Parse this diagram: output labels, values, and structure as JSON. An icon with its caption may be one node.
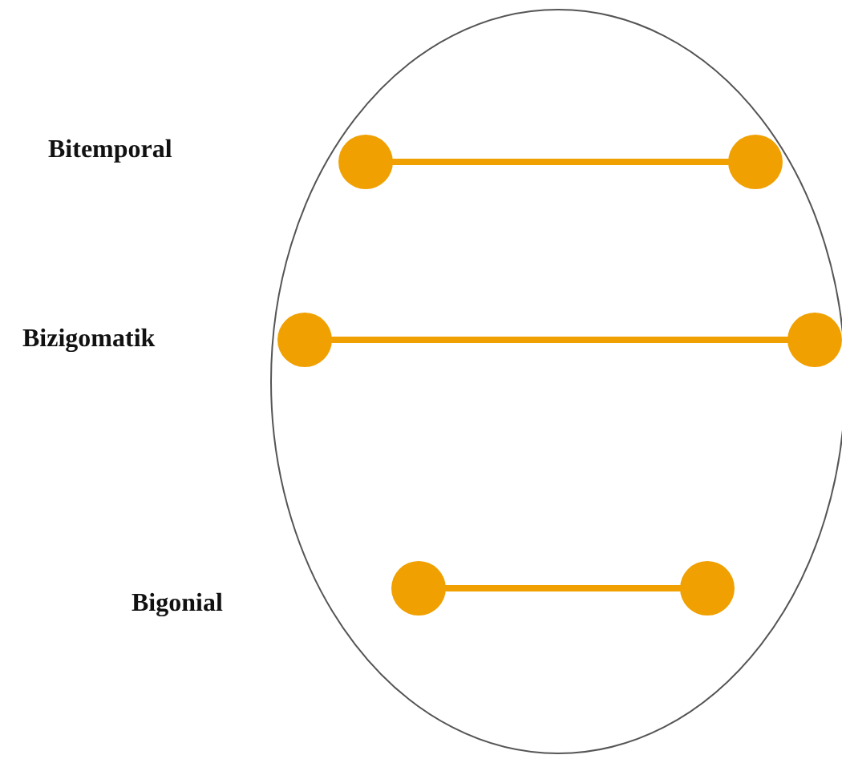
{
  "diagram": {
    "labels": [
      "Bitemporal",
      "Bizigomatik",
      "Bigonial"
    ]
  }
}
